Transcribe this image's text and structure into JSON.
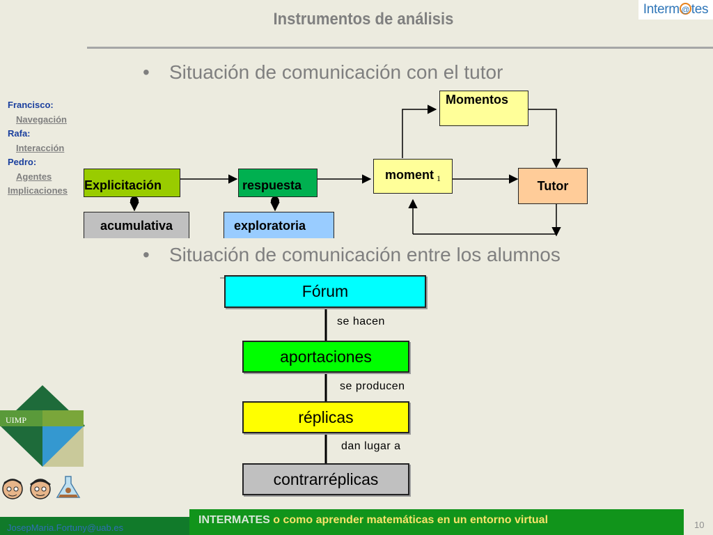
{
  "header": {
    "title": "Instrumentos de análisis",
    "logo": {
      "before": "Interm",
      "mark": "@",
      "after": "tes"
    }
  },
  "bullets": [
    {
      "text": "Situación de comunicación con el tutor"
    },
    {
      "text": "Situación de comunicación entre los alumnos"
    }
  ],
  "sidebar": {
    "items": [
      {
        "person": "Francisco:",
        "link": "Navegación"
      },
      {
        "person": "Rafa:",
        "link": "Interacción"
      },
      {
        "person": "Pedro:",
        "link": "Agentes"
      }
    ],
    "extra_link": "Implicaciones"
  },
  "tutor_diagram": {
    "momentos": "Momentos",
    "moment": "moment",
    "moment_sub": "1",
    "tutor": "Tutor",
    "explicitacion": "Explicitación",
    "respuesta": "respuesta",
    "acumulativa": "acumulativa",
    "exploratoria": "exploratoria"
  },
  "forum_diagram": {
    "forum": "Fórum",
    "label1": "se hacen",
    "aportaciones": "aportaciones",
    "label2": "se producen",
    "replicas": "réplicas",
    "label3": "dan lugar a",
    "contrarreplicas": "contrarréplicas"
  },
  "branding": {
    "uimp": "UIMP"
  },
  "footer": {
    "brand": "INTERMATES",
    "tagline": " o como aprender matemáticas en un entorno virtual",
    "email": "JosepMaria.Fortuny@uab.es",
    "page_number": "10"
  },
  "colors": {
    "background": "#ecebdf",
    "momentos_box": "#ffff99",
    "tutor_box": "#ffcc99",
    "explicitacion_box": "#99cc00",
    "respuesta_box": "#00b050",
    "acumulativa_box": "#c0c0c0",
    "exploratoria_box": "#99ccff",
    "forum_box": "#00ffff",
    "aportaciones_box": "#00ff00",
    "replicas_box": "#ffff00",
    "contrarreplicas_box": "#c0c0c0",
    "footer_green": "#11941b"
  }
}
